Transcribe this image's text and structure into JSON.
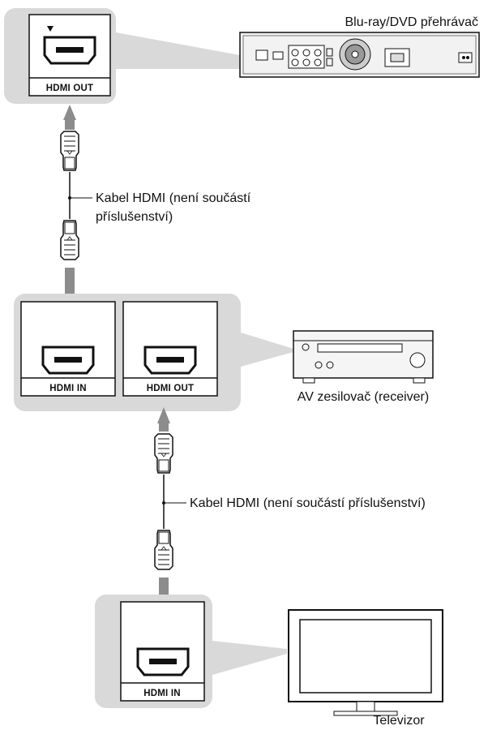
{
  "devices": {
    "player": "Blu-ray/DVD přehrávač",
    "receiver": "AV zesilovač (receiver)",
    "tv": "Televizor"
  },
  "ports": {
    "player_out": "HDMI OUT",
    "receiver_in": "HDMI IN",
    "receiver_out": "HDMI OUT",
    "tv_in": "HDMI IN"
  },
  "cables": {
    "cable1_line1": "Kabel HDMI (není součástí",
    "cable1_line2": "příslušenství)",
    "cable2": "Kabel HDMI (není součástí příslušenství)"
  },
  "colors": {
    "panel_fill": "#d9d9d9",
    "arrow": "#8c8c8c",
    "outline": "#111111"
  }
}
